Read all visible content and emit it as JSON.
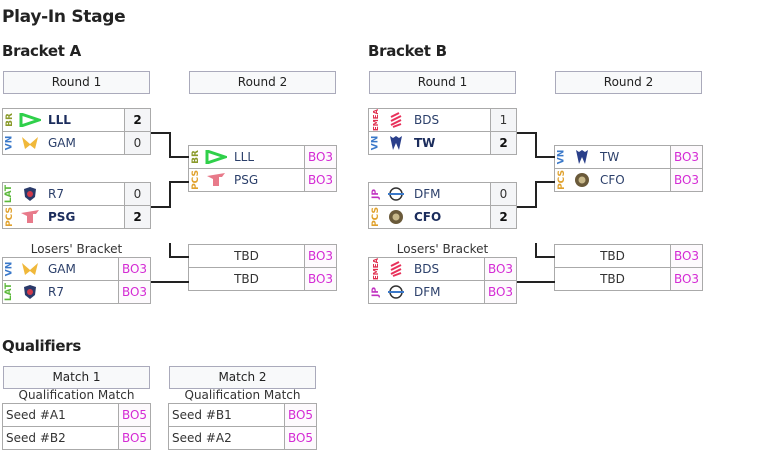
{
  "title": "Play-In Stage",
  "colors": {
    "bo_text": "#d42ad4",
    "BR": "#8a9a2a",
    "VN": "#3a78c9",
    "LAT": "#5bb83a",
    "PCS": "#e0a12c",
    "EMEA": "#e0304f",
    "JP": "#c030c0"
  },
  "bracket_a": {
    "title": "Bracket A",
    "round1_label": "Round 1",
    "round2_label": "Round 2",
    "losers_label": "Losers' Bracket",
    "r1_matches": [
      {
        "teams": [
          {
            "region": "BR",
            "name": "LLL",
            "score": "2",
            "win": true,
            "logo": "lll-logo"
          },
          {
            "region": "VN",
            "name": "GAM",
            "score": "0",
            "win": false,
            "logo": "gam-logo"
          }
        ]
      },
      {
        "teams": [
          {
            "region": "LAT",
            "name": "R7",
            "score": "0",
            "win": false,
            "logo": "r7-logo"
          },
          {
            "region": "PCS",
            "name": "PSG",
            "score": "2",
            "win": true,
            "logo": "psg-logo"
          }
        ]
      }
    ],
    "losers_match": {
      "teams": [
        {
          "region": "VN",
          "name": "GAM",
          "format": "BO3"
        },
        {
          "region": "LAT",
          "name": "R7",
          "format": "BO3"
        }
      ]
    },
    "r2_winners": {
      "teams": [
        {
          "region": "BR",
          "name": "LLL",
          "format": "BO3"
        },
        {
          "region": "PCS",
          "name": "PSG",
          "format": "BO3"
        }
      ]
    },
    "r2_decider": {
      "teams": [
        {
          "name": "TBD",
          "format": "BO3"
        },
        {
          "name": "TBD",
          "format": "BO3"
        }
      ]
    }
  },
  "bracket_b": {
    "title": "Bracket B",
    "round1_label": "Round 1",
    "round2_label": "Round 2",
    "losers_label": "Losers' Bracket",
    "r1_matches": [
      {
        "teams": [
          {
            "region": "EMEA",
            "name": "BDS",
            "score": "1",
            "win": false,
            "logo": "bds-logo"
          },
          {
            "region": "VN",
            "name": "TW",
            "score": "2",
            "win": true,
            "logo": "tw-logo"
          }
        ]
      },
      {
        "teams": [
          {
            "region": "JP",
            "name": "DFM",
            "score": "0",
            "win": false,
            "logo": "dfm-logo"
          },
          {
            "region": "PCS",
            "name": "CFO",
            "score": "2",
            "win": true,
            "logo": "cfo-logo"
          }
        ]
      }
    ],
    "losers_match": {
      "teams": [
        {
          "region": "EMEA",
          "name": "BDS",
          "format": "BO3"
        },
        {
          "region": "JP",
          "name": "DFM",
          "format": "BO3"
        }
      ]
    },
    "r2_winners": {
      "teams": [
        {
          "region": "VN",
          "name": "TW",
          "format": "BO3"
        },
        {
          "region": "PCS",
          "name": "CFO",
          "format": "BO3"
        }
      ]
    },
    "r2_decider": {
      "teams": [
        {
          "name": "TBD",
          "format": "BO3"
        },
        {
          "name": "TBD",
          "format": "BO3"
        }
      ]
    }
  },
  "qualifiers": {
    "title": "Qualifiers",
    "matches": [
      {
        "label": "Match 1",
        "caption": "Qualification Match",
        "seeds": [
          {
            "name": "Seed #A1",
            "format": "BO5"
          },
          {
            "name": "Seed #B2",
            "format": "BO5"
          }
        ]
      },
      {
        "label": "Match 2",
        "caption": "Qualification Match",
        "seeds": [
          {
            "name": "Seed #B1",
            "format": "BO5"
          },
          {
            "name": "Seed #A2",
            "format": "BO5"
          }
        ]
      }
    ]
  }
}
